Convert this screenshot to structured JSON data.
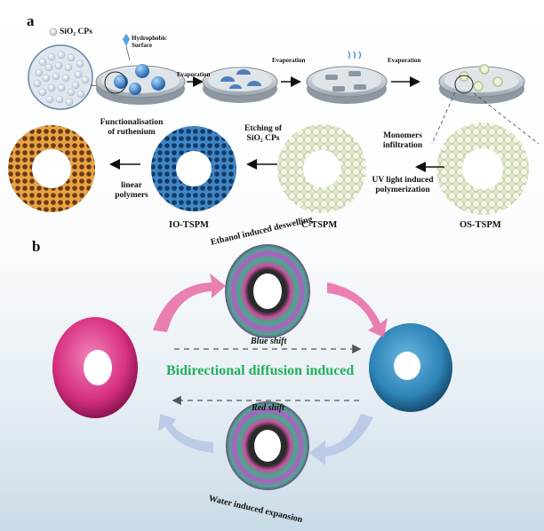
{
  "panel_a": {
    "label": "a",
    "sio2_legend": "SiO₂ CPs",
    "hydrophobic_surface": "Hydrophobic Surface",
    "evaporation_1": "Evaporation",
    "evaporation_2": "Evaporation",
    "evaporation_3": "Evaporation",
    "monomers_infiltration": "Monomers infiltration",
    "uv_polymerization": "UV light induced polymerization",
    "etching": "Etching of SiO₂ CPs",
    "functionalisation": "Functionalisation of ruthenium",
    "linear_polymers": "linear polymers",
    "ostspm": "OS-TSPM",
    "ctspm": "C-TSPM",
    "iotspm": "IO-TSPM"
  },
  "panel_b": {
    "label": "b",
    "ethanol": "Ethanol induced deswelling",
    "water": "Water induced expansion",
    "blue_shift": "Blue shift",
    "red_shift": "Red shift",
    "center_text": "Bidirectional diffusion induced"
  },
  "colors": {
    "pink_torus": "#d6307f",
    "blue_torus": "#2d84b7",
    "orange_torus": "#e39a3a",
    "io_blue": "#2e6fb0",
    "center_green": "#22b05a"
  }
}
